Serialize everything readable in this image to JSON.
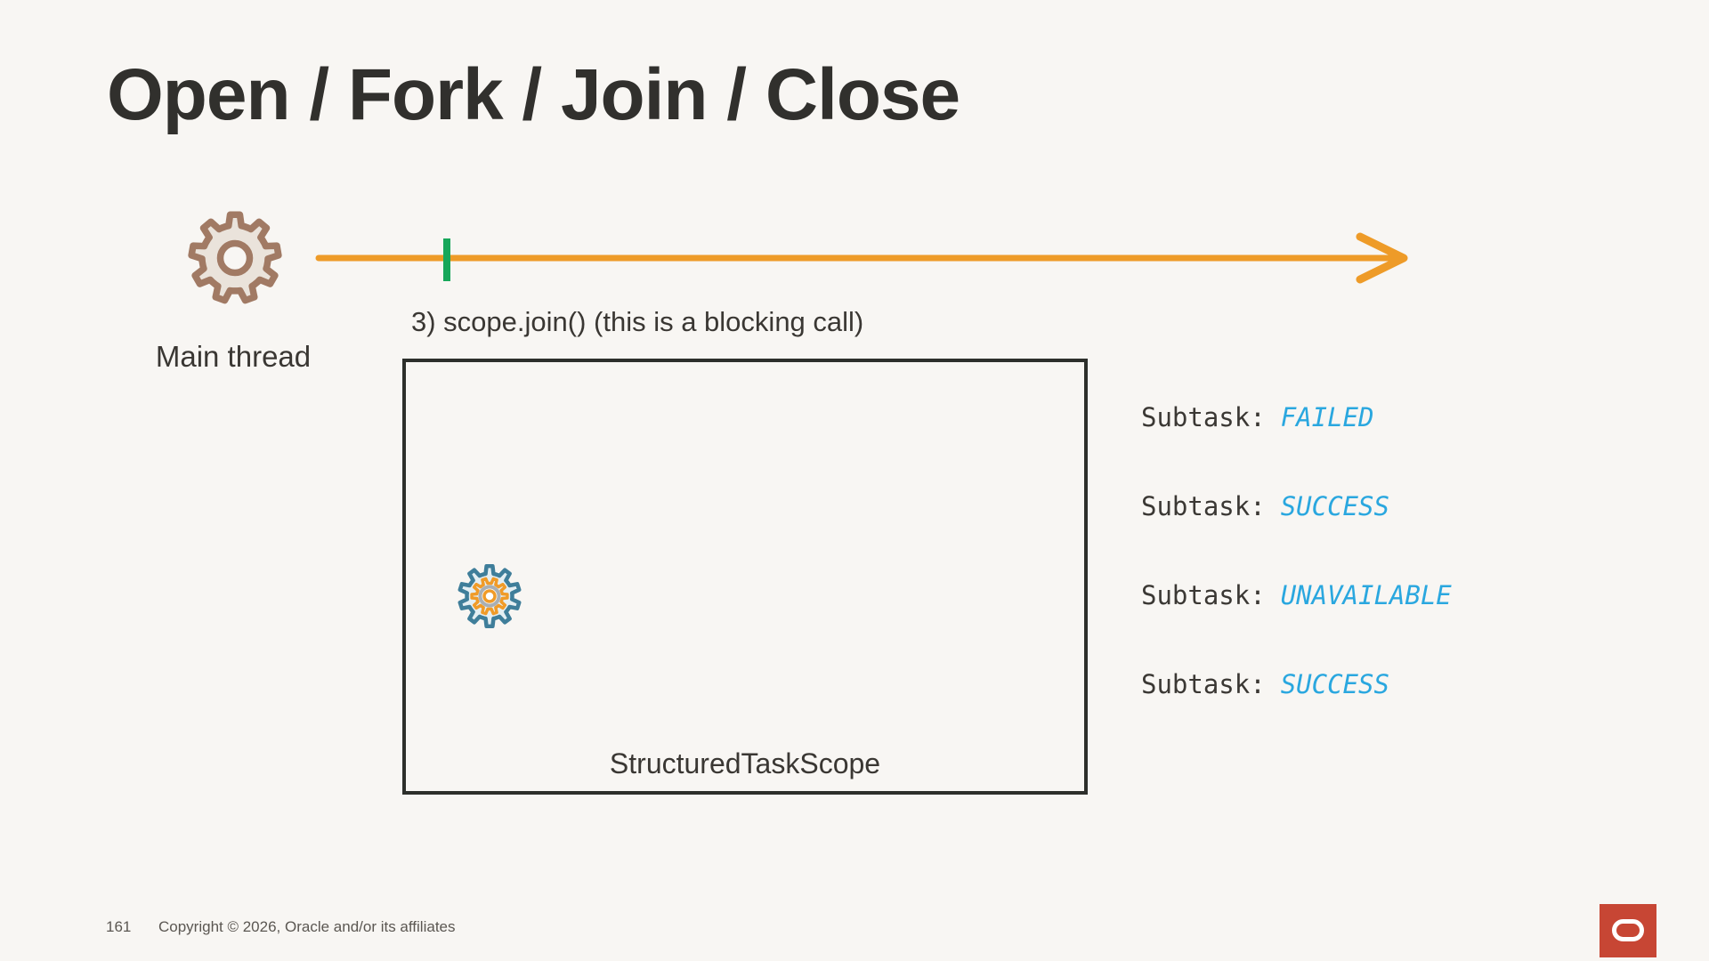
{
  "slide": {
    "title": "Open / Fork / Join / Close"
  },
  "timeline": {
    "main_thread_label": "Main thread",
    "join_annotation": "3) scope.join() (this is a blocking call)",
    "arrow_color": "#EE9B28",
    "join_tick_color": "#17A75A"
  },
  "scope_box": {
    "label": "StructuredTaskScope"
  },
  "subtasks": [
    {
      "label": "Subtask:",
      "status": "FAILED"
    },
    {
      "label": "Subtask:",
      "status": "SUCCESS"
    },
    {
      "label": "Subtask:",
      "status": "UNAVAILABLE"
    },
    {
      "label": "Subtask:",
      "status": "SUCCESS"
    }
  ],
  "subtask_status_color": "#2AA7DF",
  "footer": {
    "page_number": "161",
    "copyright": "Copyright © 2026, Oracle and/or its affiliates"
  },
  "icons": {
    "main_thread_gear": {
      "stroke": "#A17A64",
      "fill": "#EAE3DB"
    },
    "scope_gear": {
      "outer": "#3F7E9A",
      "fill": "#E4EEF2",
      "inner": "#F09B28",
      "ring": "#A9AFB4"
    },
    "oracle_logo_color": "#C74634"
  }
}
